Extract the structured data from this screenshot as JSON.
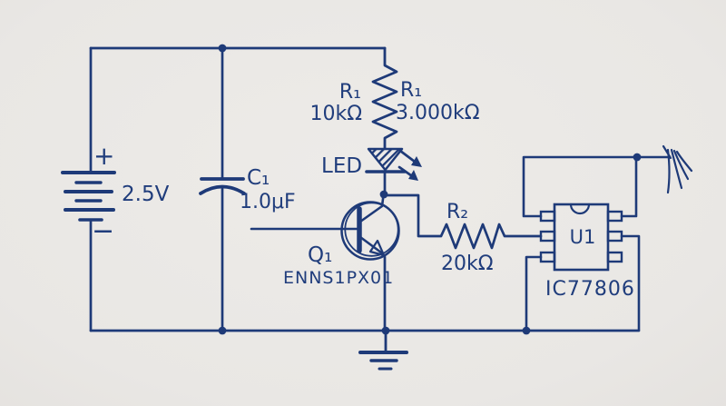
{
  "style": {
    "ink_color": "#1e3a78",
    "background_color": "#e9e7e4"
  },
  "circuit": {
    "type": "hand-drawn schematic",
    "battery": {
      "plus_sign": "+",
      "minus_sign": "−",
      "value": "2.5V"
    },
    "capacitor": {
      "ref": "C₁",
      "value": "1.0μF"
    },
    "resistor_r1": {
      "ref_left": "R₁",
      "value_left": "10kΩ",
      "ref_right": "R₁",
      "value_right": "3.000kΩ"
    },
    "led": {
      "label": "LED"
    },
    "transistor": {
      "ref": "Q₁",
      "part_number": "ENNS1PX01"
    },
    "resistor_r2": {
      "ref": "R₂",
      "value": "20kΩ"
    },
    "ic": {
      "ref": "U1",
      "part_number": "IC77806"
    }
  }
}
